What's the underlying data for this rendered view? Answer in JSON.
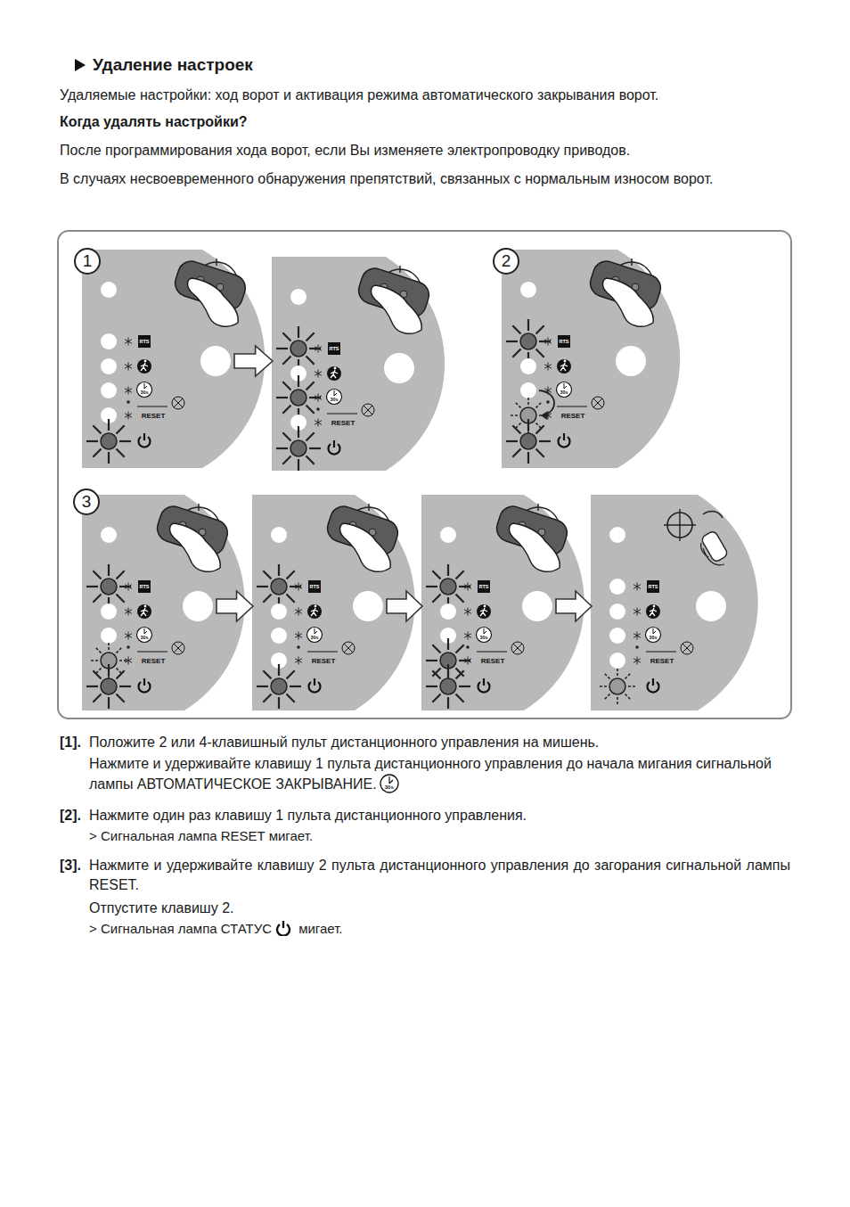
{
  "diagram": {
    "title": "Удаление настроек",
    "nodes": [
      {
        "text": [
          "1"
        ]
      },
      {
        "text": [
          "RTS",
          "30s",
          "RESET"
        ]
      },
      {
        "text": [
          "RTS",
          "30s",
          "RESET"
        ]
      },
      {
        "text": [
          "2"
        ]
      },
      {
        "text": [
          "RTS",
          "30s",
          "RESET"
        ]
      },
      {
        "text": [
          "3"
        ]
      },
      {
        "text": [
          "RTS",
          "30s",
          "RESET"
        ]
      },
      {
        "text": [
          "RTS",
          "30s",
          "RESET"
        ]
      },
      {
        "text": [
          "RTS",
          "30s",
          "RESET"
        ]
      },
      {
        "text": [
          "RTS",
          "30s",
          "RESET"
        ]
      }
    ],
    "edges": [
      {
        "from": 1,
        "to": 2,
        "arrow": "to"
      },
      {
        "from": 6,
        "to": 7,
        "arrow": "to"
      },
      {
        "from": 7,
        "to": 8,
        "arrow": "to"
      },
      {
        "from": 8,
        "to": 9,
        "arrow": "to"
      }
    ],
    "labels": [
      "Удаляемые настройки: ход ворот и активация режима автоматического закрывания ворот.",
      "Когда удалять настройки?",
      "После программирования хода ворот, если Вы изменяете электропроводку приводов.",
      "В случаях несвоевременного обнаружения препятствий, связанных с нормальным износом ворот.",
      "[1].",
      "Положите 2 или 4-клавишный пульт дистанционного управления на мишень.",
      "Нажмите и удерживайте клавишу 1 пульта дистанционного управления до начала мигания сигнальной лампы АВТОМАТИЧЕСКОЕ ЗАКРЫВАНИЕ.",
      "30s",
      "[2].",
      "Нажмите один раз клавишу 1 пульта дистанционного управления.",
      "> Сигнальная лампа RESET мигает.",
      "[3].",
      "Нажмите и удерживайте клавишу 2 пульта дистанционного управления до загорания сигнальной лампы RESET.",
      "Отпустите клавишу 2.",
      "> Сигнальная лампа СТАТУС",
      "мигает."
    ]
  }
}
